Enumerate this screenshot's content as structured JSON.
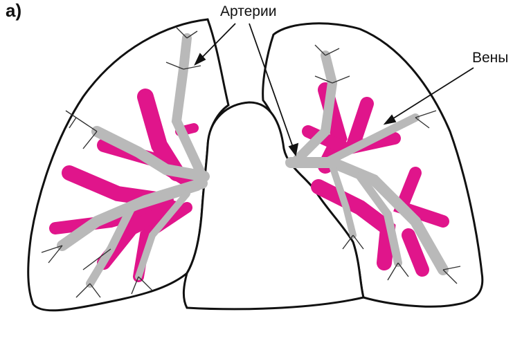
{
  "figure": {
    "panel_label": "а)",
    "labels": {
      "arteries": "Артерии",
      "veins": "Вены"
    }
  },
  "colors": {
    "outline": "#111111",
    "artery": "#b9b9b9",
    "artery_edge": "#6a6a6a",
    "vein": "#e0158b",
    "background": "#ffffff"
  }
}
